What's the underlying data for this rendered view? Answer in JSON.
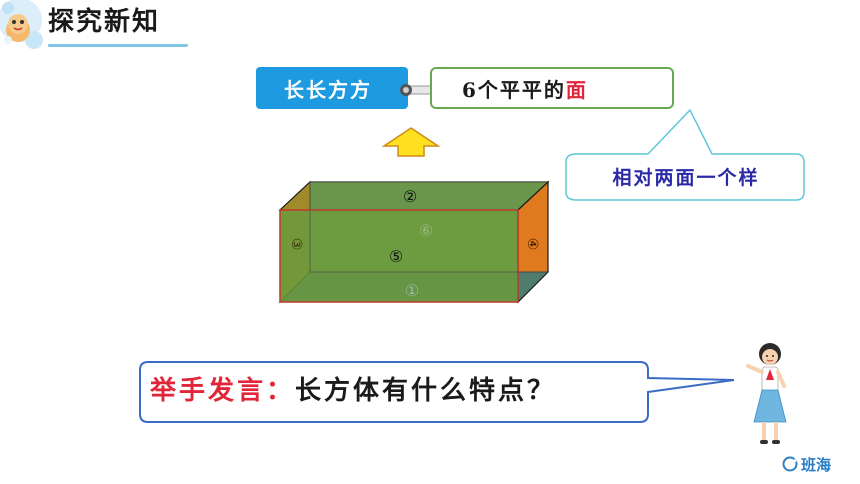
{
  "header": {
    "title": "探究新知"
  },
  "label": {
    "text": "长长方方"
  },
  "faces": {
    "prefix": "6个平平的",
    "highlight": "面"
  },
  "callout": {
    "text": "相对两面一个样"
  },
  "cuboid": {
    "face_labels": {
      "top": "②",
      "back": "⑥",
      "front": "⑤",
      "bottom": "①",
      "left": "③",
      "right": "④"
    },
    "colors": {
      "top": "#4472c4",
      "front": "#6a9a3c",
      "left": "#9a8a2a",
      "right": "#e07a1e",
      "bottom": "#4a7a6a"
    }
  },
  "question": {
    "prefix": "举手发言：",
    "body": "长方体有什么特点？"
  },
  "brand": {
    "text": "班海"
  }
}
